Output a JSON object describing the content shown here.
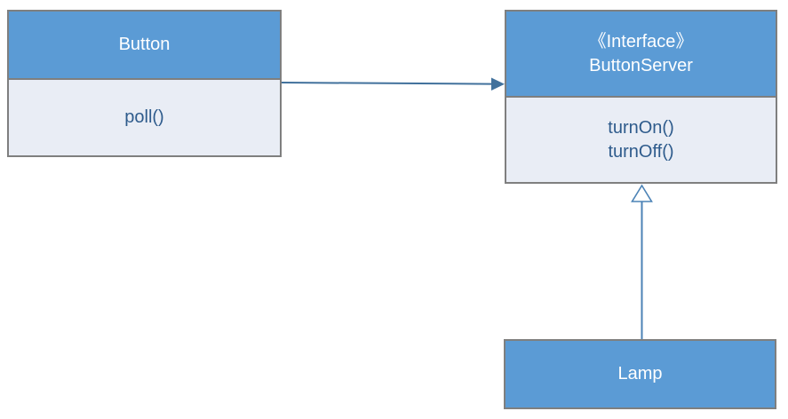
{
  "diagram": {
    "type": "uml-class-diagram",
    "classes": {
      "button": {
        "name": "Button",
        "methods": [
          "poll()"
        ]
      },
      "button_server": {
        "stereotype": "《Interface》",
        "name": "ButtonServer",
        "methods": [
          "turnOn()",
          "turnOff()"
        ]
      },
      "lamp": {
        "name": "Lamp",
        "methods": []
      }
    },
    "relationships": [
      {
        "from": "Button",
        "to": "ButtonServer",
        "type": "directed-association",
        "arrowhead": "filled-triangle"
      },
      {
        "from": "Lamp",
        "to": "ButtonServer",
        "type": "realization",
        "arrowhead": "hollow-triangle"
      }
    ],
    "colors": {
      "background": "#FFFFFF",
      "header_fill": "#5B9BD5",
      "body_fill": "#E9EDF5",
      "border": "#7F7F7F",
      "header_text": "#FFFFFF",
      "method_text": "#2E5B8C",
      "association_arrow": "#41719C",
      "realization_line": "#4C83B6"
    }
  }
}
